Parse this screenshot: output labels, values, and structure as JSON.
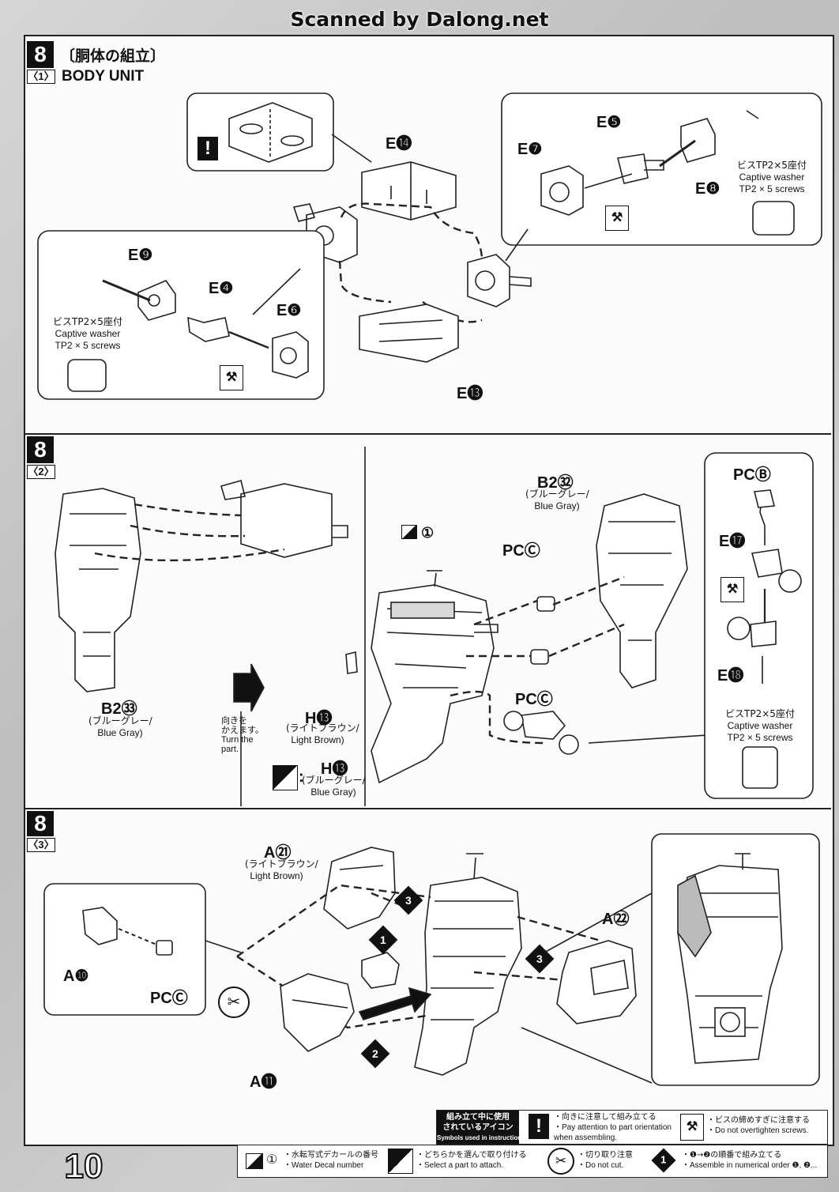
{
  "watermark": "Scanned by Dalong.net",
  "page_number": "10",
  "section1": {
    "step": "8",
    "sub": "〈1〉",
    "title_jp": "〔胴体の組立〕",
    "title_en": "BODY UNIT",
    "labels": {
      "e14": "E",
      "e14n": "⓮",
      "e5": "E",
      "e5n": "❺",
      "e7": "E",
      "e7n": "❼",
      "e8": "E",
      "e8n": "❽",
      "e9": "E",
      "e9n": "❾",
      "e4": "E",
      "e4n": "❹",
      "e6": "E",
      "e6n": "❻",
      "e13": "E",
      "e13n": "⓭"
    },
    "screw_right": {
      "jp": "ビスTP2×5座付",
      "en1": "Captive washer",
      "en2": "TP2 × 5 screws"
    },
    "screw_left": {
      "jp": "ビスTP2×5座付",
      "en1": "Captive washer",
      "en2": "TP2 × 5 screws"
    }
  },
  "section2": {
    "step": "8",
    "sub": "〈2〉",
    "b2_32": {
      "label": "B2",
      "num": "㉜",
      "jp": "(ブルーグレー/",
      "en": "Blue Gray)"
    },
    "b2_33": {
      "label": "B2",
      "num": "㉝",
      "jp": "(ブルーグレー/",
      "en": "Blue Gray)"
    },
    "decal": "①",
    "pcc_top": {
      "label": "PC",
      "num": "Ⓒ"
    },
    "pcc_bottom": {
      "label": "PC",
      "num": "Ⓒ"
    },
    "pcb": {
      "label": "PC",
      "num": "Ⓑ"
    },
    "e17": {
      "label": "E",
      "num": "⓱"
    },
    "e18": {
      "label": "E",
      "num": "⓲"
    },
    "h13": {
      "label": "H",
      "num": "⓭",
      "jp": "(ライトブラウン/",
      "en": "Light Brown)"
    },
    "h13_alt": {
      "label": "H",
      "num": "⓭",
      "jp": "(ブルーグレー/",
      "en": "Blue Gray)",
      "colon": ":"
    },
    "turn": {
      "jp1": "向きを",
      "jp2": "かえます。",
      "en1": "Turn the",
      "en2": "part."
    },
    "screw": {
      "jp": "ビスTP2×5座付",
      "en1": "Captive washer",
      "en2": "TP2 × 5 screws"
    }
  },
  "section3": {
    "step": "8",
    "sub": "〈3〉",
    "a21": {
      "label": "A",
      "num": "㉑",
      "jp": "(ライトブラウン/",
      "en": "Light Brown)"
    },
    "a22": {
      "label": "A",
      "num": "㉒"
    },
    "a10": {
      "label": "A",
      "num": "❿"
    },
    "a11": {
      "label": "A",
      "num": "⓫"
    },
    "pcc": {
      "label": "PC",
      "num": "Ⓒ"
    },
    "order": [
      "1",
      "2",
      "3",
      "3"
    ]
  },
  "legend": {
    "header_jp1": "組み立て中に使用",
    "header_jp2": "されているアイコン",
    "header_en": "Symbols used in instructions",
    "attention_jp": "・向きに注意して組み立てる",
    "attention_en1": "・Pay attention to part orientation",
    "attention_en2": "  when assembling.",
    "screw_jp": "・ビスの締めすぎに注意する",
    "screw_en": "・Do not overtighten screws.",
    "decal_num": "①",
    "decal_jp": "・水転写式デカールの番号",
    "decal_en": "・Water Decal number",
    "select_jp": "・どちらかを選んで取り付ける",
    "select_en": "・Select a part to attach.",
    "cut_jp": "・切り取り注意",
    "cut_en": "・Do not cut.",
    "order_num": "1",
    "order_jp": "・❶→❷の順番で組み立てる",
    "order_en": "・Assemble in numerical order ❶, ❷..."
  },
  "colors": {
    "ink": "#111111",
    "paper": "#fbfbfb",
    "scan_bg": "#c4c4c4"
  }
}
